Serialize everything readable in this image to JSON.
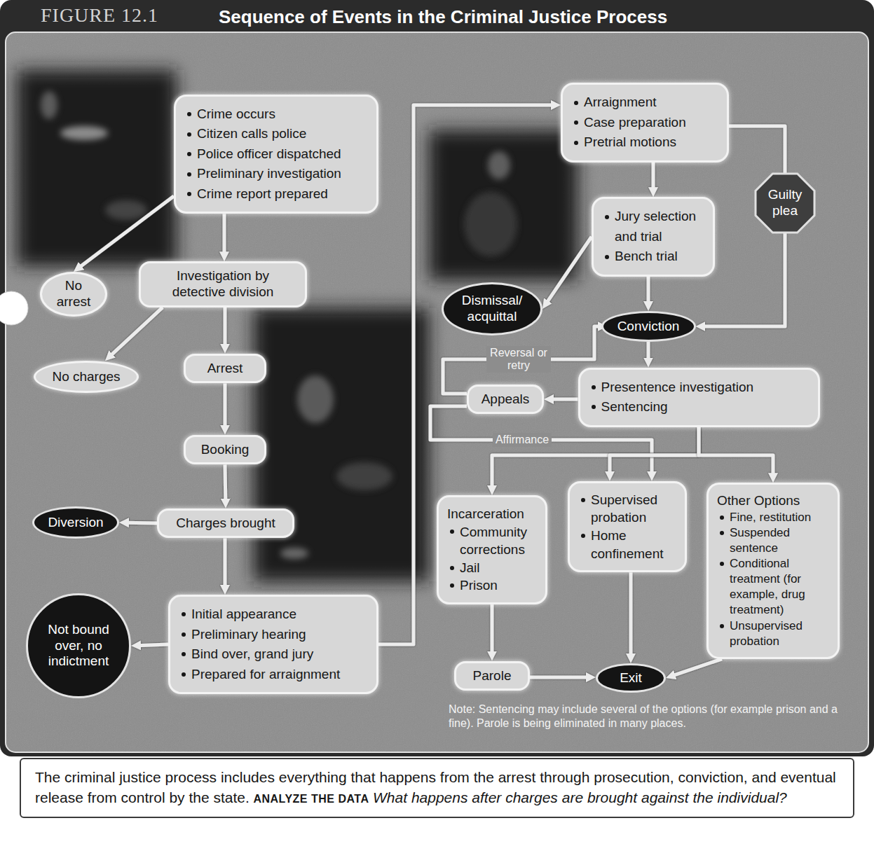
{
  "diagram": {
    "title": "Sequence of Events in the Criminal Justice Process",
    "caption": "The criminal justice process includes everything that happens from the arrest through prosecution, conviction, and eventual release from control by the state.",
    "nodes": [
      {
        "text": [
          "Crime occurs",
          "Citizen calls police",
          "Police officer dispatched",
          "Preliminary investigation",
          "Crime report prepared"
        ]
      },
      {
        "text": [
          "No arrest"
        ]
      },
      {
        "text": [
          "Investigation by detective division"
        ]
      },
      {
        "text": [
          "No charges"
        ]
      },
      {
        "text": [
          "Arrest"
        ]
      },
      {
        "text": [
          "Booking"
        ]
      },
      {
        "text": [
          "Diversion"
        ]
      },
      {
        "text": [
          "Charges brought"
        ]
      },
      {
        "text": [
          "Not bound over, no indictment"
        ]
      },
      {
        "text": [
          "Initial appearance",
          "Preliminary hearing",
          "Bind over, grand jury",
          "Prepared for arraignment"
        ]
      },
      {
        "text": [
          "Arraignment",
          "Case preparation",
          "Pretrial motions"
        ]
      },
      {
        "text": [
          "Guilty plea"
        ]
      },
      {
        "text": [
          "Jury selection and trial",
          "Bench trial"
        ]
      },
      {
        "text": [
          "Dismissal/ acquittal"
        ]
      },
      {
        "text": [
          "Conviction"
        ]
      },
      {
        "text": [
          "Appeals"
        ]
      },
      {
        "text": [
          "Presentence investigation",
          "Sentencing"
        ]
      },
      {
        "text": [
          "Incarceration",
          "Community corrections",
          "Jail",
          "Prison"
        ]
      },
      {
        "text": [
          "Supervised probation",
          "Home confinement"
        ]
      },
      {
        "text": [
          "Other Options",
          "Fine, restitution",
          "Suspended sentence",
          "Conditional treatment (for example, drug treatment)",
          "Unsupervised probation"
        ]
      },
      {
        "text": [
          "Parole"
        ]
      },
      {
        "text": [
          "Exit"
        ]
      }
    ],
    "edges": [
      {
        "from": 0,
        "to": 1,
        "arrow": "to"
      },
      {
        "from": 0,
        "to": 2,
        "arrow": "to"
      },
      {
        "from": 2,
        "to": 3,
        "arrow": "to"
      },
      {
        "from": 2,
        "to": 4,
        "arrow": "to"
      },
      {
        "from": 4,
        "to": 5,
        "arrow": "to"
      },
      {
        "from": 5,
        "to": 7,
        "arrow": "to"
      },
      {
        "from": 7,
        "to": 6,
        "arrow": "to"
      },
      {
        "from": 7,
        "to": 9,
        "arrow": "to"
      },
      {
        "from": 9,
        "to": 8,
        "arrow": "to"
      },
      {
        "from": 9,
        "to": 10,
        "arrow": "to"
      },
      {
        "from": 10,
        "to": 12,
        "arrow": "to"
      },
      {
        "from": 10,
        "to": 11,
        "arrow": "none"
      },
      {
        "from": 11,
        "to": 14,
        "arrow": "to"
      },
      {
        "from": 12,
        "to": 13,
        "arrow": "to"
      },
      {
        "from": 12,
        "to": 14,
        "arrow": "to"
      },
      {
        "from": 14,
        "to": 16,
        "arrow": "to"
      },
      {
        "from": 16,
        "to": 15,
        "arrow": "to"
      },
      {
        "from": 15,
        "to": 14,
        "label": "Reversal or retry",
        "arrow": "to"
      },
      {
        "from": 15,
        "to": 18,
        "label": "Affirmance",
        "arrow": "to"
      },
      {
        "from": 16,
        "to": 17,
        "arrow": "to"
      },
      {
        "from": 16,
        "to": 18,
        "arrow": "to"
      },
      {
        "from": 16,
        "to": 19,
        "arrow": "to"
      },
      {
        "from": 17,
        "to": 20,
        "arrow": "to"
      },
      {
        "from": 20,
        "to": 21,
        "arrow": "to"
      },
      {
        "from": 18,
        "to": 21,
        "arrow": "to"
      },
      {
        "from": 19,
        "to": 21,
        "arrow": "to"
      }
    ],
    "labels": [
      "FIGURE 12.1",
      "Note: Sentencing may include several of the options (for example prison and a fine). Parole is being eliminated in many places.",
      "ANALYZE THE DATA",
      "What happens after charges are brought against the individual?"
    ]
  }
}
